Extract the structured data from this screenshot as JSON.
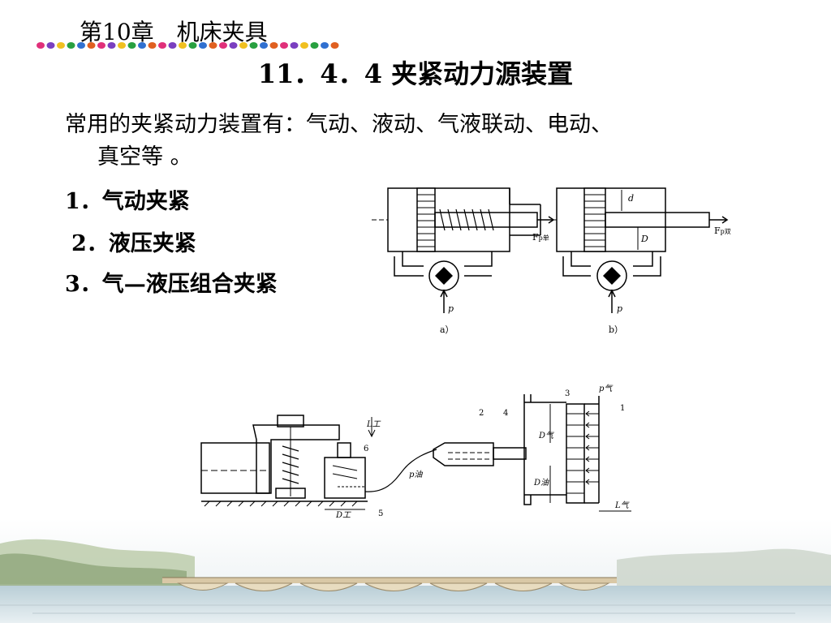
{
  "header": {
    "chapter": "第10章　机床夹具"
  },
  "title": "11．4．4 夹紧动力源装置",
  "intro": {
    "line1": "常用的夹紧动力装置有：气动、液动、气液联动、电动、",
    "line2": "真空等 。"
  },
  "items": [
    {
      "label": "1．气动夹紧"
    },
    {
      "label": "2．液压夹紧"
    },
    {
      "label": "3．气—液压组合夹紧"
    }
  ],
  "figure_top": {
    "caption_a": "a）",
    "caption_b": "b）",
    "label_fa": "F",
    "label_fa_sub": "p单",
    "label_fb": "F",
    "label_fb_sub": "p双",
    "label_p": "p",
    "label_d": "d",
    "label_D": "D"
  },
  "figure_bottom": {
    "num1": "1",
    "num2": "2",
    "num3": "3",
    "num4": "4",
    "num5": "5",
    "num6": "6",
    "label_p_gas": "p气",
    "label_p_oil": "p油",
    "label_D_gas": "D气",
    "label_D_oil": "D油",
    "label_D_work": "D工",
    "label_L_work": "L工",
    "label_L_gas": "L气"
  },
  "colors": {
    "dot_palette": [
      "#e0307a",
      "#7a3fc0",
      "#f0c020",
      "#28a040",
      "#3070d0",
      "#e06020"
    ]
  }
}
